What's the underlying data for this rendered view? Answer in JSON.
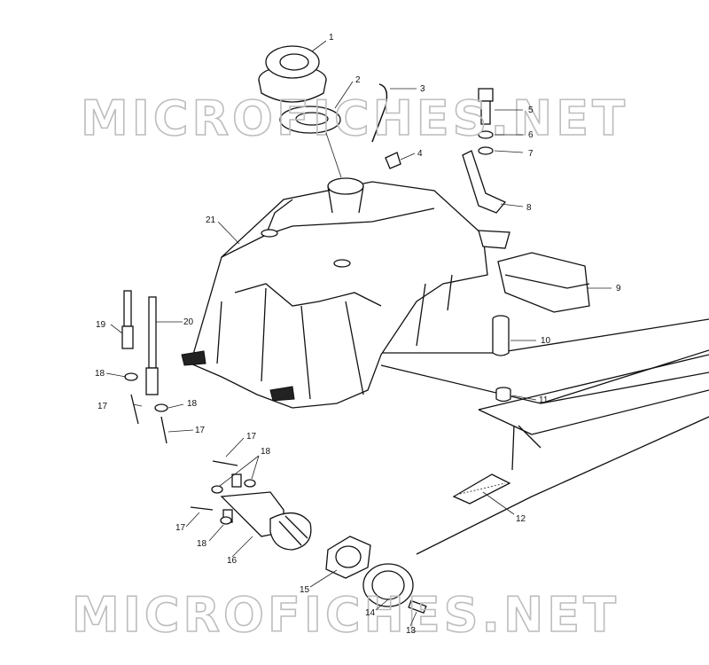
{
  "watermark": {
    "top": "MICROFICHES.NET",
    "bottom": "MICROFICHES.NET"
  },
  "callouts": [
    "1",
    "2",
    "3",
    "4",
    "5",
    "6",
    "7",
    "8",
    "9",
    "10",
    "11",
    "12",
    "13",
    "14",
    "15",
    "16",
    "17",
    "17",
    "17",
    "17",
    "18",
    "18",
    "18",
    "18",
    "19",
    "20",
    "21"
  ],
  "labels": {
    "c1": "1",
    "c2": "2",
    "c3": "3",
    "c4": "4",
    "c5": "5",
    "c6": "6",
    "c7": "7",
    "c8": "8",
    "c9": "9",
    "c10": "10",
    "c11": "11",
    "c12": "12",
    "c13": "13",
    "c14": "14",
    "c15": "15",
    "c16": "16",
    "c17a": "17",
    "c17b": "17",
    "c17c": "17",
    "c17d": "17",
    "c18a": "18",
    "c18b": "18",
    "c18c": "18",
    "c18d": "18",
    "c19": "19",
    "c20": "20",
    "c21": "21"
  }
}
